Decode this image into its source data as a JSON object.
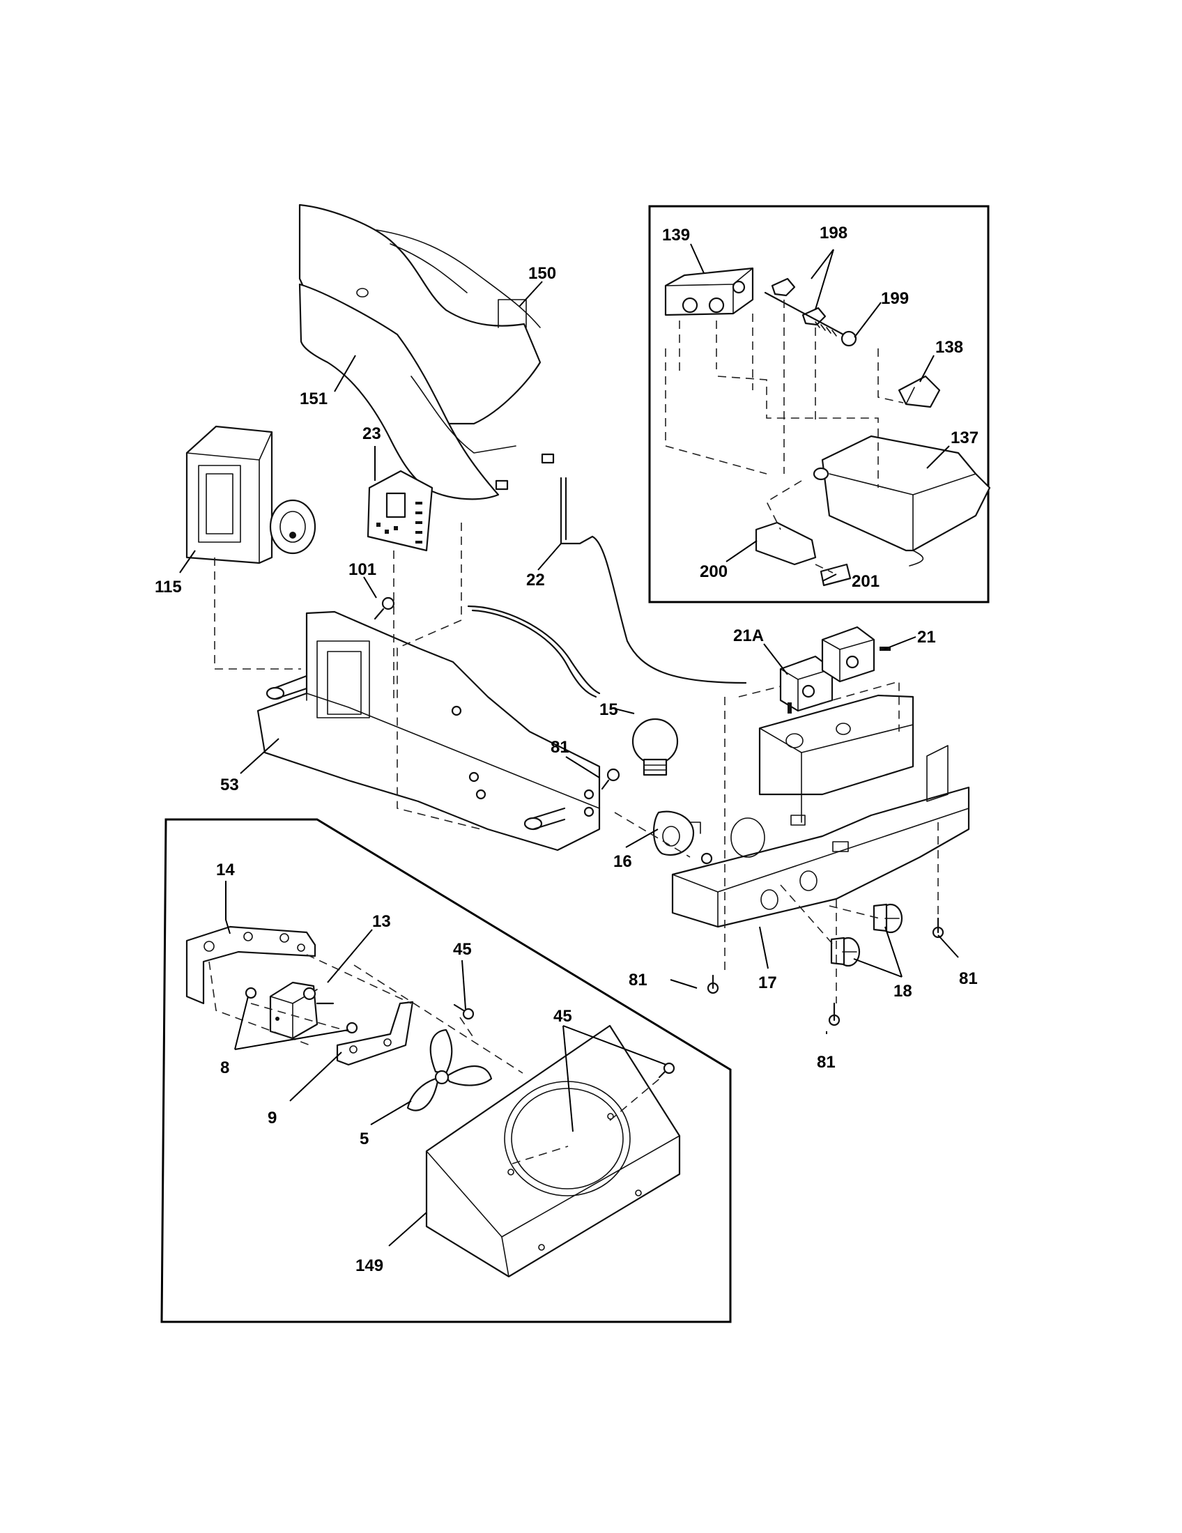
{
  "callouts": [
    {
      "id": "c150",
      "text": "150"
    },
    {
      "id": "c151",
      "text": "151"
    },
    {
      "id": "c23",
      "text": "23"
    },
    {
      "id": "c115",
      "text": "115"
    },
    {
      "id": "c101",
      "text": "101"
    },
    {
      "id": "c22",
      "text": "22"
    },
    {
      "id": "c53",
      "text": "53"
    },
    {
      "id": "c81a",
      "text": "81"
    },
    {
      "id": "c15",
      "text": "15"
    },
    {
      "id": "c16",
      "text": "16"
    },
    {
      "id": "c21A",
      "text": "21A"
    },
    {
      "id": "c21",
      "text": "21"
    },
    {
      "id": "c17",
      "text": "17"
    },
    {
      "id": "c18",
      "text": "18"
    },
    {
      "id": "c81b",
      "text": "81"
    },
    {
      "id": "c81c",
      "text": "81"
    },
    {
      "id": "c81d",
      "text": "81"
    },
    {
      "id": "c139",
      "text": "139"
    },
    {
      "id": "c198",
      "text": "198"
    },
    {
      "id": "c199",
      "text": "199"
    },
    {
      "id": "c138",
      "text": "138"
    },
    {
      "id": "c137",
      "text": "137"
    },
    {
      "id": "c200",
      "text": "200"
    },
    {
      "id": "c201",
      "text": "201"
    },
    {
      "id": "c14",
      "text": "14"
    },
    {
      "id": "c13",
      "text": "13"
    },
    {
      "id": "c45a",
      "text": "45"
    },
    {
      "id": "c45b",
      "text": "45"
    },
    {
      "id": "c8",
      "text": "8"
    },
    {
      "id": "c9",
      "text": "9"
    },
    {
      "id": "c5",
      "text": "5"
    },
    {
      "id": "c149",
      "text": "149"
    }
  ]
}
